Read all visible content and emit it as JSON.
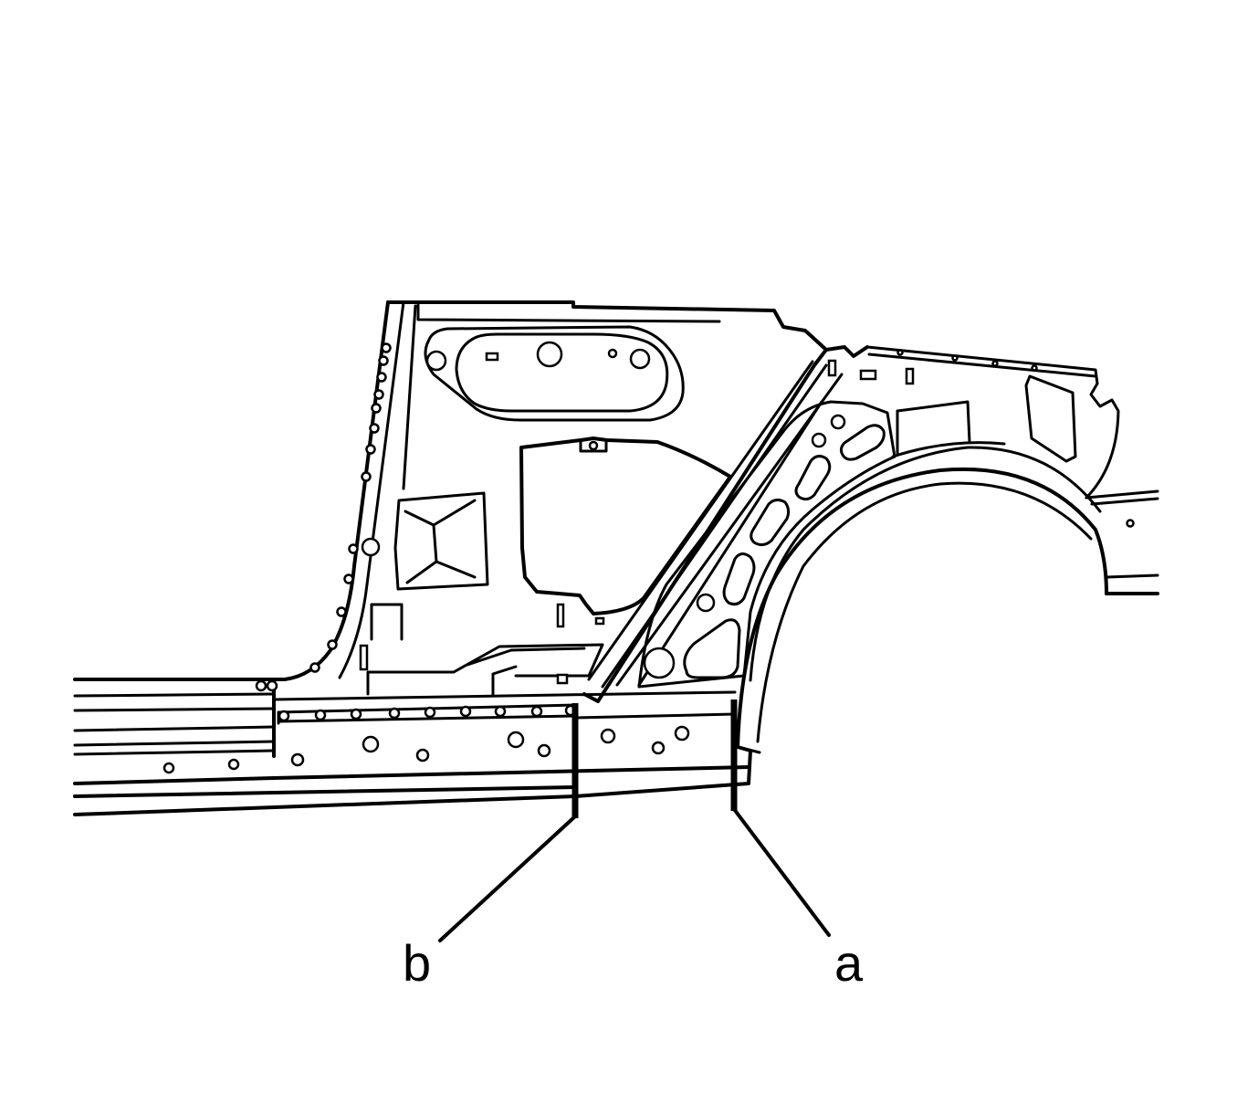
{
  "diagram": {
    "callouts": [
      {
        "id": "b",
        "label": "b"
      },
      {
        "id": "a",
        "label": "a"
      }
    ],
    "colors": {
      "line": "#000000",
      "background": "#ffffff"
    }
  }
}
